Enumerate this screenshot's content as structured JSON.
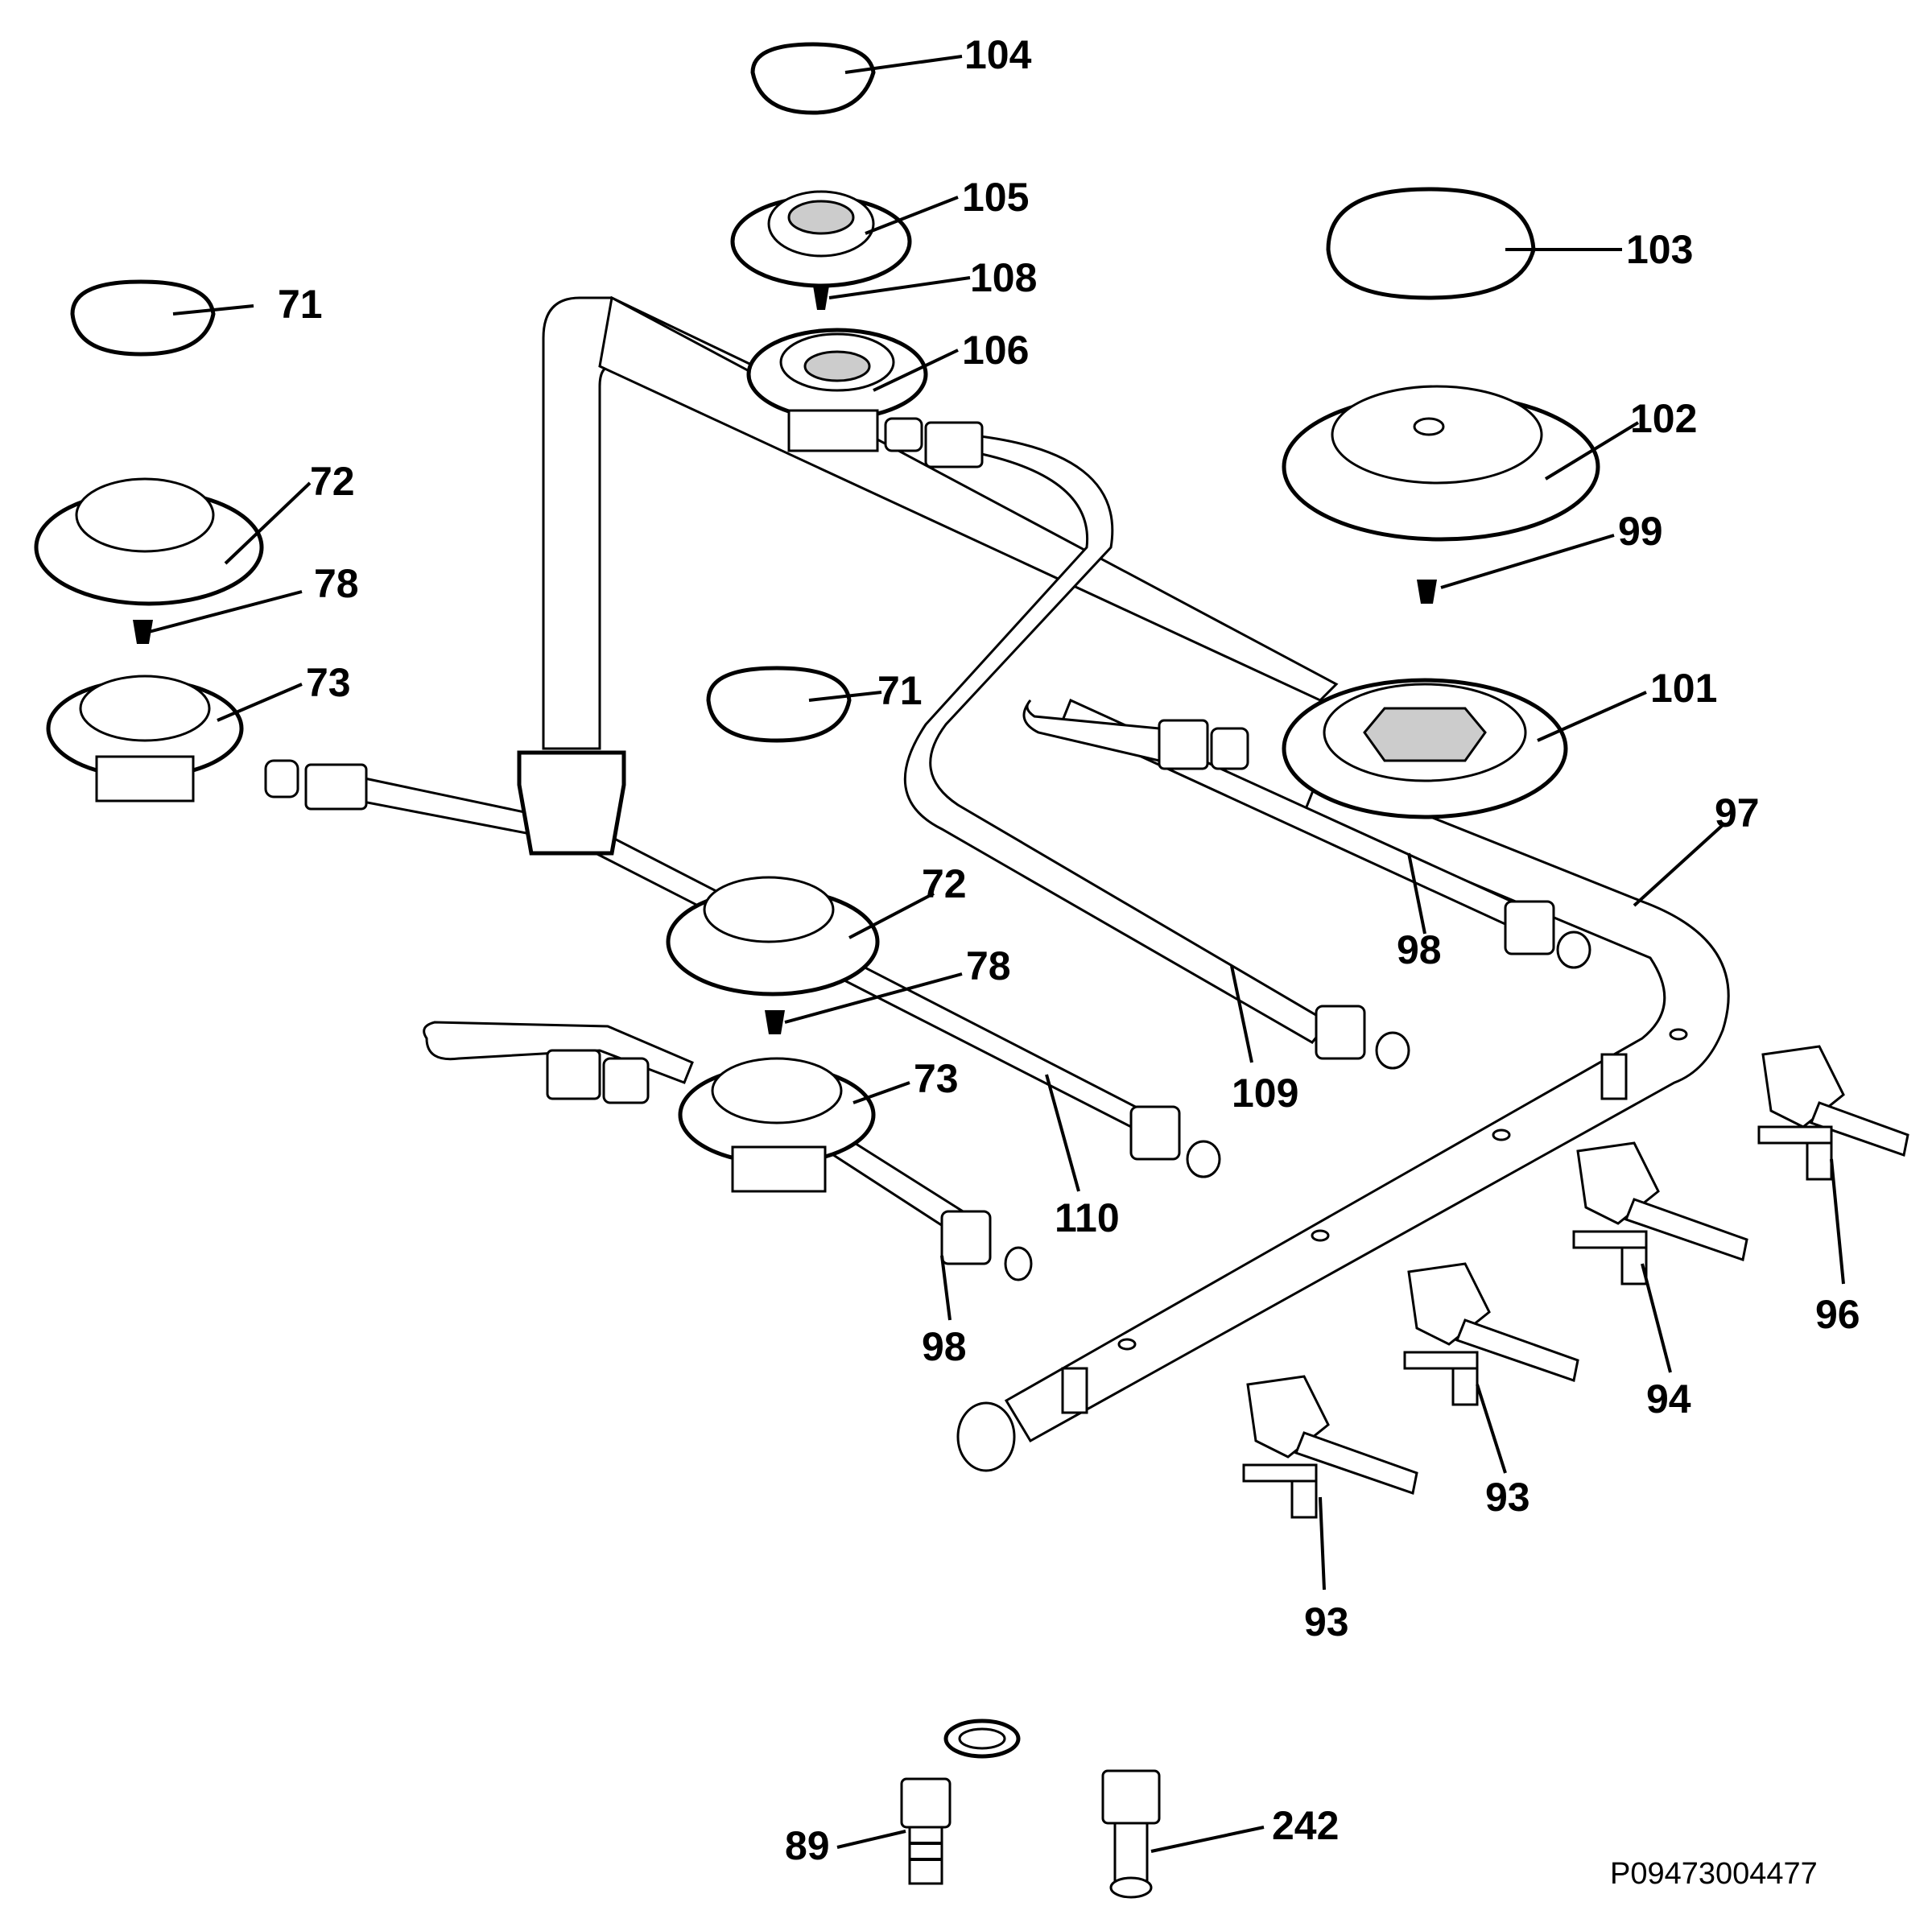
{
  "diagram": {
    "reference_code": "P09473004477",
    "callouts": {
      "c104": "104",
      "c105": "105",
      "c108": "108",
      "c106": "106",
      "c103": "103",
      "c102": "102",
      "c99": "99",
      "c101": "101",
      "c97": "97",
      "c98a": "98",
      "c98b": "98",
      "c109": "109",
      "c110": "110",
      "c71a": "71",
      "c71b": "71",
      "c72a": "72",
      "c72b": "72",
      "c78a": "78",
      "c78b": "78",
      "c73a": "73",
      "c73b": "73",
      "c96": "96",
      "c94": "94",
      "c93a": "93",
      "c93b": "93",
      "c89": "89",
      "c242": "242"
    }
  }
}
